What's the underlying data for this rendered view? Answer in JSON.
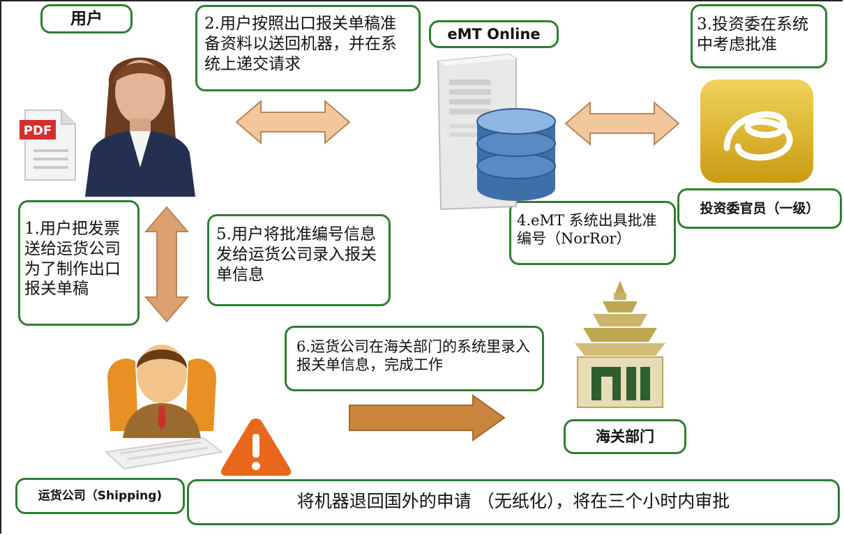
{
  "labels": {
    "user": "用户",
    "emt_online": "eMT Online",
    "boi_officer": "投资委官员（一级）",
    "customs": "海关部门",
    "shipping": "运货公司（Shipping)",
    "pdf": "PDF"
  },
  "steps": {
    "step1": "1.用户把发票送给运货公司为了制作出口报关单稿",
    "step2": "2.用户按照出口报关单稿准备资料以送回机器，并在系统上递交请求",
    "step3": "3.投资委在系统中考虑批准",
    "step4": "4.eMT 系统出具批准编号（NorRor）",
    "step5": "5.用户将批准编号信息发给运货公司录入报关单信息",
    "step6": "6.运货公司在海关部门的系统里录入报关单信息，完成工作"
  },
  "footer": {
    "note": "将机器退回国外的申请 （无纸化），将在三个小时内审批"
  },
  "colors": {
    "box_border": "#2f7d32",
    "arrow_fill": "#f3c79c",
    "arrow_stroke": "#b8835a",
    "arrow_right_fill": "#c9843d",
    "server_db": "#4a78b6",
    "boi_logo": "#e8c233",
    "warning": "#e8671c",
    "customs_gold": "#bfa650",
    "customs_green": "#2f5f2f"
  }
}
